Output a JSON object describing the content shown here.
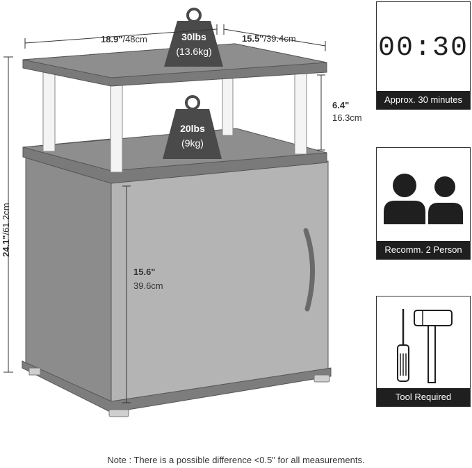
{
  "product": {
    "width_label_main": "18.9\"",
    "width_label_sub": "/48cm",
    "depth_label_main": "15.5\"",
    "depth_label_sub": "/39.4cm",
    "height_label_main": "24.1\"",
    "height_label_sub": "/61.2cm",
    "shelf_gap_main": "6.4\"",
    "shelf_gap_sub": "16.3cm",
    "door_height_main": "15.6\"",
    "door_height_sub": "39.6cm",
    "top_load_main": "30lbs",
    "top_load_sub": "(13.6kg)",
    "shelf_load_main": "20lbs",
    "shelf_load_sub": "(9kg)"
  },
  "cards": {
    "time": {
      "display": "00:30",
      "caption": "Approx. 30 minutes"
    },
    "people": {
      "caption": "Recomm. 2 Person"
    },
    "tools": {
      "caption": "Tool Required"
    }
  },
  "note": "Note : There is a possible difference <0.5\" for all measurements.",
  "colors": {
    "wood_gray": "#8f8f8f",
    "door_gray": "#b2b2b2",
    "dark": "#1f1f1f",
    "weight_gray": "#4a4a4a"
  }
}
